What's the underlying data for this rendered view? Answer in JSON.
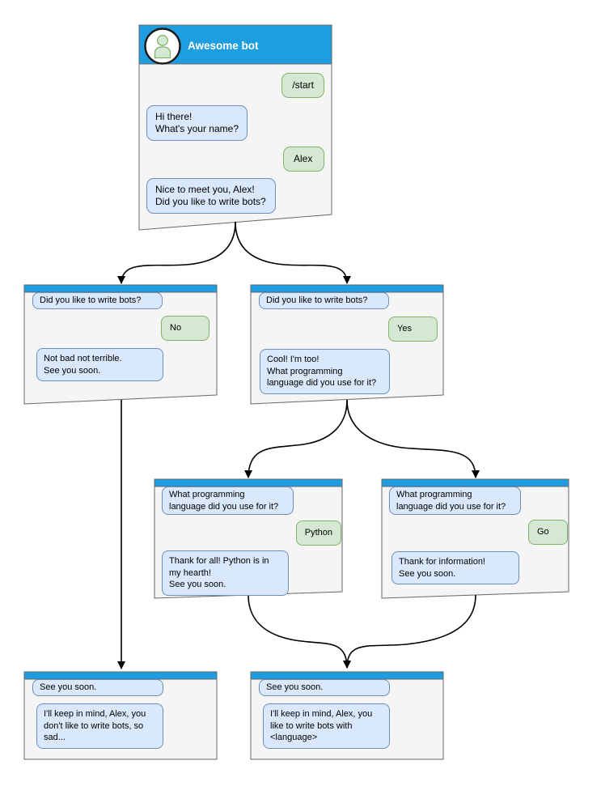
{
  "colors": {
    "titlebar_blue": "#1E9DE0",
    "window_fill": "#F5F5F5",
    "window_border": "#666666",
    "bot_bubble_fill": "#DAE8FC",
    "bot_bubble_border": "#6C8EBF",
    "user_bubble_fill": "#D5E8D4",
    "user_bubble_border": "#82B366",
    "connector": "#000000"
  },
  "main": {
    "title": "Awesome bot",
    "avatar_icon": "person-icon",
    "messages": [
      {
        "sender": "user",
        "text": "/start"
      },
      {
        "sender": "bot",
        "text": "Hi there!\nWhat's your name?"
      },
      {
        "sender": "user",
        "text": "Alex"
      },
      {
        "sender": "bot",
        "text": "Nice to meet you, Alex!\nDid you like to write bots?"
      }
    ]
  },
  "windows": {
    "no": {
      "messages": [
        {
          "sender": "bot",
          "text": "Did you like to write bots?"
        },
        {
          "sender": "user",
          "text": "No"
        },
        {
          "sender": "bot",
          "text": "Not bad not terrible.\nSee you soon."
        }
      ]
    },
    "yes": {
      "messages": [
        {
          "sender": "bot",
          "text": "Did you like to write bots?"
        },
        {
          "sender": "user",
          "text": "Yes"
        },
        {
          "sender": "bot",
          "text": "Cool! I'm too!\nWhat programming\nlanguage did you use for it?"
        }
      ]
    },
    "python": {
      "messages": [
        {
          "sender": "bot",
          "text": "What programming\nlanguage did you use for it?"
        },
        {
          "sender": "user",
          "text": "Python"
        },
        {
          "sender": "bot",
          "text": "Thank for all! Python is in\nmy hearth!\nSee you soon."
        }
      ]
    },
    "go": {
      "messages": [
        {
          "sender": "bot",
          "text": "What programming\nlanguage did you use for it?"
        },
        {
          "sender": "user",
          "text": "Go"
        },
        {
          "sender": "bot",
          "text": "Thank for information!\nSee you soon."
        }
      ]
    },
    "end_no": {
      "messages": [
        {
          "sender": "bot",
          "text": "See you soon."
        },
        {
          "sender": "bot",
          "text": "I'll keep in mind, Alex, you\ndon't like to write bots, so\nsad..."
        }
      ]
    },
    "end_yes": {
      "messages": [
        {
          "sender": "bot",
          "text": "See you soon."
        },
        {
          "sender": "bot",
          "text": "I'll keep in mind, Alex, you\nlike to write bots with\n<language>"
        }
      ]
    }
  },
  "edges": [
    {
      "from": "main",
      "to": "no"
    },
    {
      "from": "main",
      "to": "yes"
    },
    {
      "from": "yes",
      "to": "python"
    },
    {
      "from": "yes",
      "to": "go"
    },
    {
      "from": "no",
      "to": "end_no"
    },
    {
      "from": "python",
      "to": "end_yes"
    },
    {
      "from": "go",
      "to": "end_yes"
    }
  ]
}
